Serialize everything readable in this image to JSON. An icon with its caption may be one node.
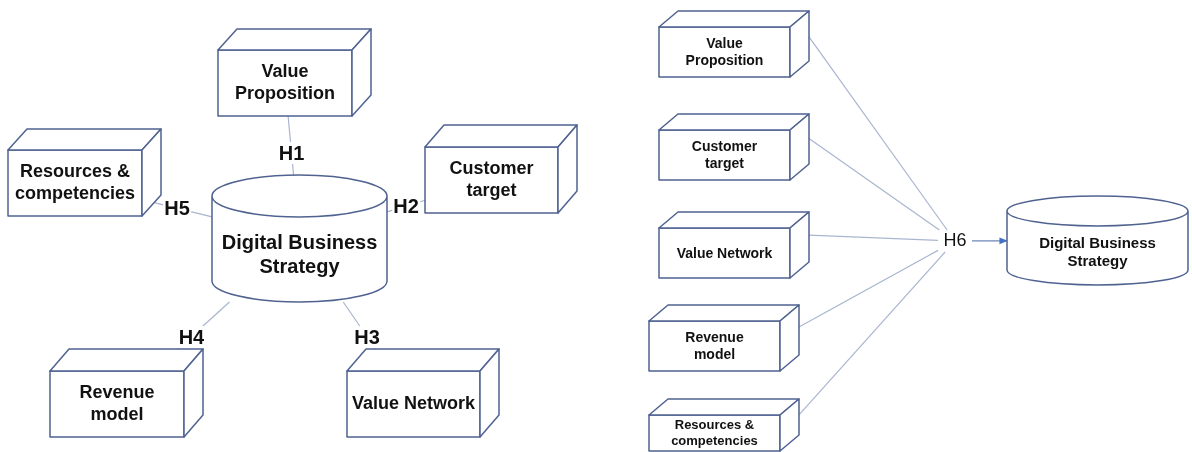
{
  "diagram": {
    "nodes": [
      {
        "text": [
          "Value Proposition"
        ]
      },
      {
        "text": [
          "Resources & competencies"
        ]
      },
      {
        "text": [
          "Customer target"
        ]
      },
      {
        "text": [
          "Digital Business Strategy"
        ]
      },
      {
        "text": [
          "Revenue model"
        ]
      },
      {
        "text": [
          "Value Network"
        ]
      },
      {
        "text": [
          "Value Proposition"
        ]
      },
      {
        "text": [
          "Customer target"
        ]
      },
      {
        "text": [
          "Value Network"
        ]
      },
      {
        "text": [
          "Revenue model"
        ]
      },
      {
        "text": [
          "Resources & competencies"
        ]
      },
      {
        "text": [
          "H6"
        ]
      },
      {
        "text": [
          "Digital Business Strategy"
        ]
      }
    ],
    "edges": [
      {
        "from": 0,
        "to": 3,
        "arrow": "none",
        "label": "H1"
      },
      {
        "from": 2,
        "to": 3,
        "arrow": "none",
        "label": "H2"
      },
      {
        "from": 5,
        "to": 3,
        "arrow": "none",
        "label": "H3"
      },
      {
        "from": 4,
        "to": 3,
        "arrow": "none",
        "label": "H4"
      },
      {
        "from": 1,
        "to": 3,
        "arrow": "none",
        "label": "H5"
      },
      {
        "from": 6,
        "to": 11,
        "arrow": "none"
      },
      {
        "from": 7,
        "to": 11,
        "arrow": "none"
      },
      {
        "from": 8,
        "to": 11,
        "arrow": "none"
      },
      {
        "from": 9,
        "to": 11,
        "arrow": "none"
      },
      {
        "from": 10,
        "to": 11,
        "arrow": "none"
      },
      {
        "from": 11,
        "to": 12,
        "arrow": "to"
      }
    ]
  }
}
